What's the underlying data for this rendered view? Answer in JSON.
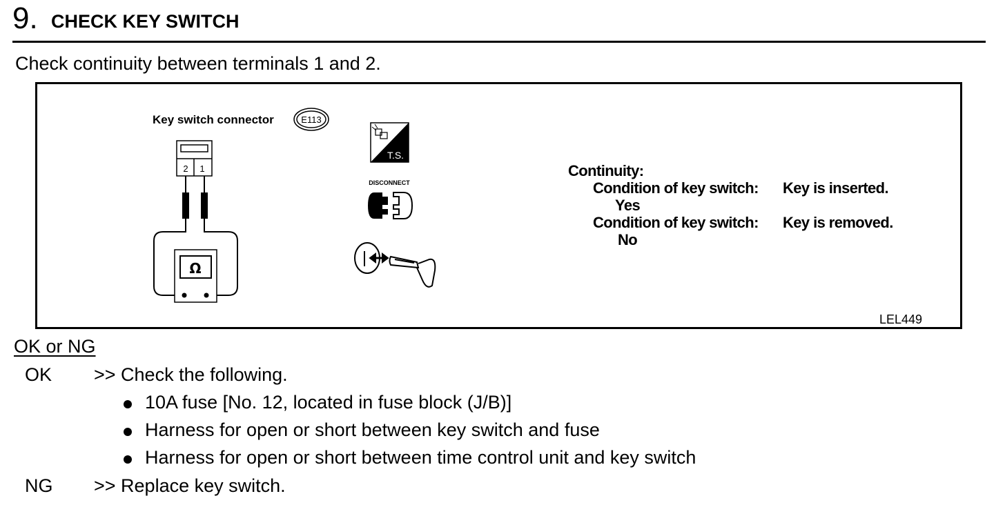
{
  "header": {
    "step_number": "9.",
    "title": "CHECK KEY SWITCH"
  },
  "instruction": "Check continuity between terminals 1 and 2.",
  "figure": {
    "connector_label": "Key switch connector",
    "connector_code": "E113",
    "terminal_labels": [
      "2",
      "1"
    ],
    "meter_symbol": "Ω",
    "ts_label": "T.S.",
    "disconnect_label": "DISCONNECT",
    "continuity": {
      "heading": "Continuity:",
      "conditions": [
        {
          "label": "Condition of key switch:",
          "value": "Key is inserted.",
          "result": "Yes"
        },
        {
          "label": "Condition of key switch:",
          "value": "Key is removed.",
          "result": "No"
        }
      ]
    },
    "figure_code": "LEL449"
  },
  "results": {
    "heading": "OK or NG",
    "ok": {
      "key": "OK",
      "action": ">> Check the following.",
      "items": [
        "10A fuse [No. 12, located in fuse block (J/B)]",
        "Harness for open or short between key switch and fuse",
        "Harness for open or short between time control unit and key switch"
      ]
    },
    "ng": {
      "key": "NG",
      "action": ">> Replace key switch."
    }
  }
}
